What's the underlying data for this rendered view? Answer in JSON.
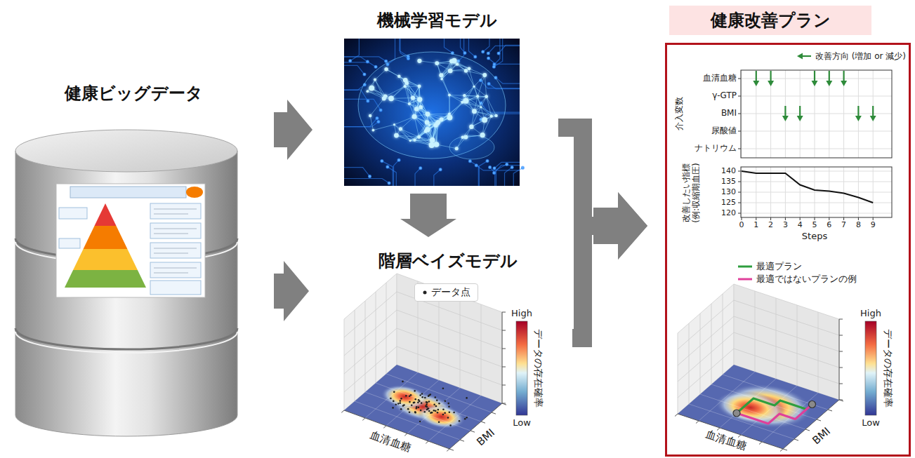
{
  "diagram": {
    "nodes": [
      {
        "text": [
          "健康ビッグデータ"
        ]
      },
      {
        "text": [
          "機械学習モデル"
        ]
      },
      {
        "text": [
          "階層ベイズモデル"
        ]
      },
      {
        "text": [
          "健康改善プラン"
        ]
      }
    ],
    "edges": [
      {
        "from": 0,
        "to": 1,
        "arrow": "to"
      },
      {
        "from": 0,
        "to": 2,
        "arrow": "to"
      },
      {
        "from": 1,
        "to": 2,
        "arrow": "to"
      },
      {
        "from": 1,
        "to": 3,
        "arrow": "to"
      },
      {
        "from": 2,
        "to": 3,
        "arrow": "to"
      }
    ],
    "labels": [
      "High",
      "Low",
      "データの存在確率",
      "血清血糖",
      "BMI",
      "血清血糖",
      "γ-GTP",
      "BMI",
      "尿酸値",
      "ナトリウム",
      "介入変数",
      "140",
      "135",
      "130",
      "125",
      "120",
      "0",
      "1",
      "2",
      "3",
      "4",
      "5",
      "6",
      "7",
      "8",
      "9",
      "Steps",
      "改善したい指標 (例:収縮期血圧)",
      "High",
      "Low",
      "データの存在確率",
      "血清血糖",
      "BMI"
    ],
    "legend": [
      {
        "text": "データ点"
      },
      {
        "text": "改善方向 (増加 or 減少)"
      },
      {
        "text": "最適プラン"
      },
      {
        "text": "最適ではないプランの例"
      }
    ]
  }
}
